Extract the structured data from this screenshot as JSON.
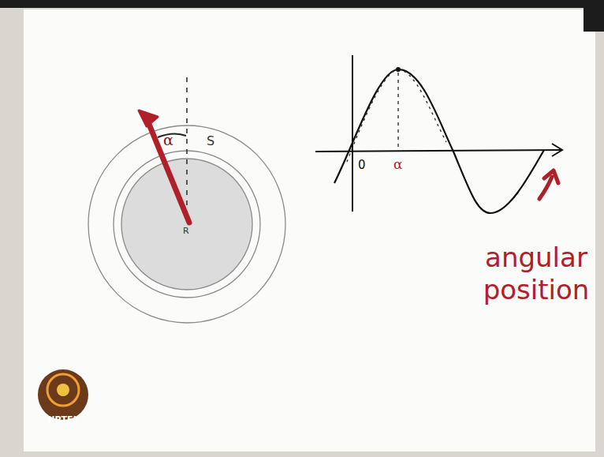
{
  "diagram": {
    "labels": [
      "α",
      "S",
      "R",
      "0",
      "α",
      "angular position",
      "NPTEL"
    ]
  }
}
